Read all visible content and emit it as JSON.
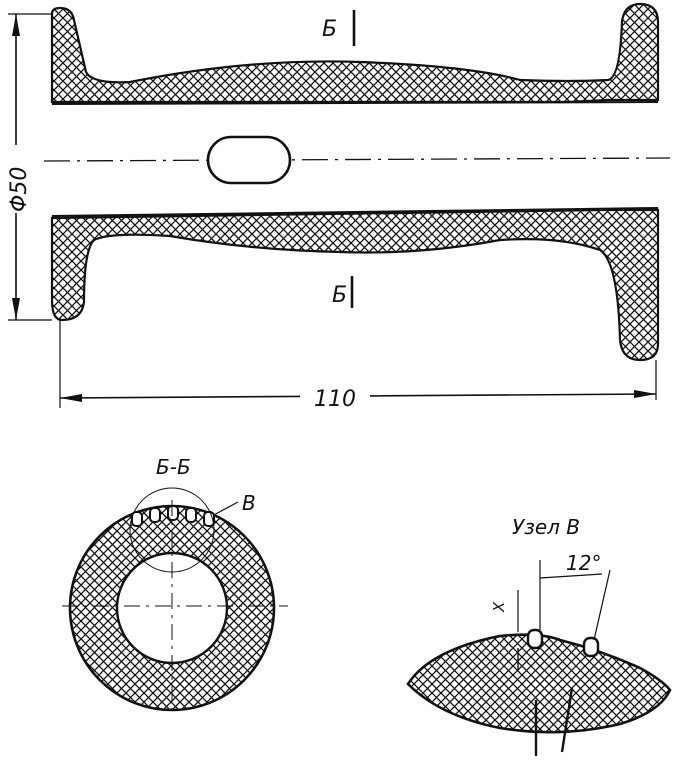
{
  "drawing": {
    "section_mark_top": "Б",
    "section_mark_bottom": "Б",
    "diameter_label": "Φ50",
    "length_label": "110",
    "section_title": "Б-Б",
    "section_detail_ref": "В",
    "detail_title": "Узел В",
    "detail_angle": "12°",
    "detail_small_dim": "X"
  }
}
